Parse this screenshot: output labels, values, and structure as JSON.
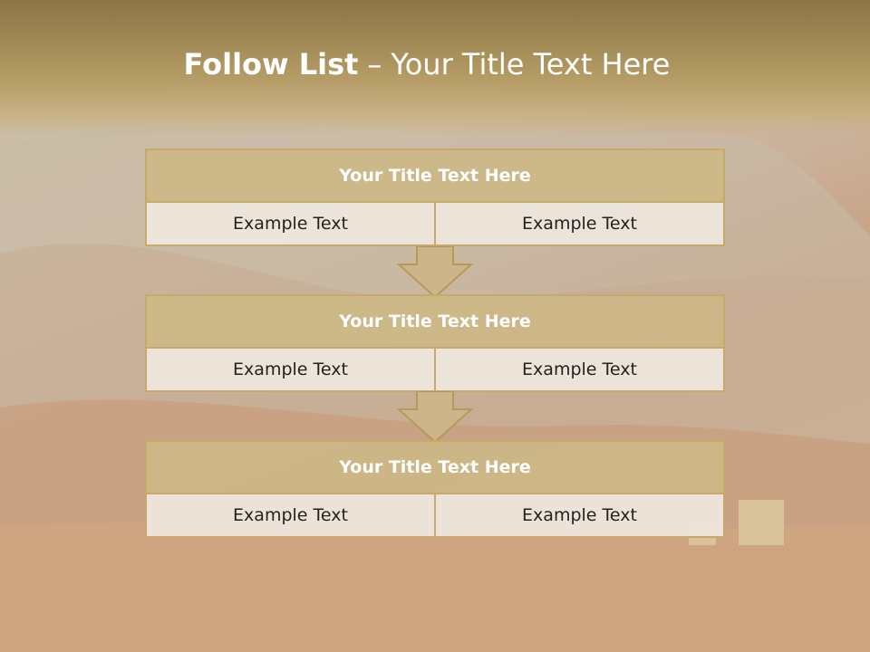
{
  "title": {
    "bold": "Follow List",
    "separator": "–",
    "rest": "Your Title Text Here"
  },
  "blocks": [
    {
      "title": "Your Title Text Here",
      "cells": [
        "Example Text",
        "Example Text"
      ]
    },
    {
      "title": "Your Title Text Here",
      "cells": [
        "Example Text",
        "Example Text"
      ]
    },
    {
      "title": "Your Title Text Here",
      "cells": [
        "Example Text",
        "Example Text"
      ]
    }
  ],
  "colors": {
    "header": "#8b7545",
    "block_title": "#cdb887",
    "border": "#c6a96b",
    "cell": "#eee6dc"
  }
}
